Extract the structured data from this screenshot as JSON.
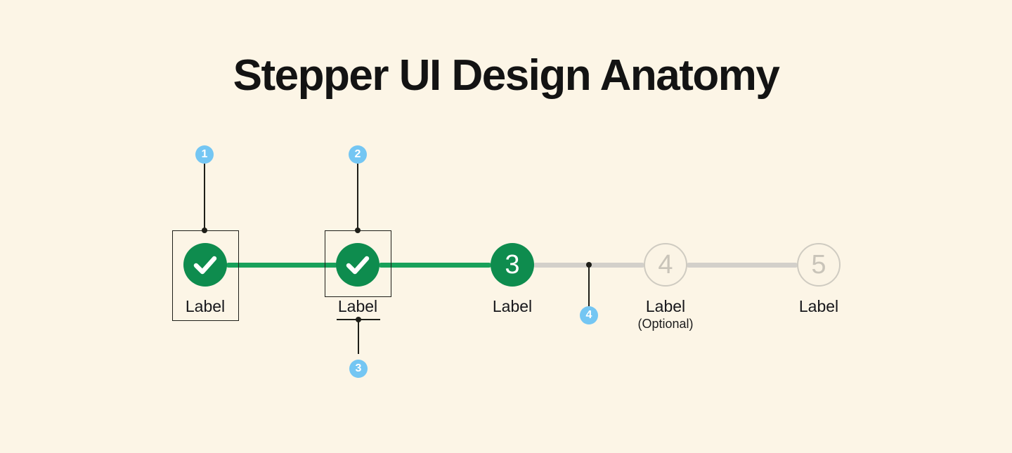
{
  "title": "Stepper UI Design Anatomy",
  "steps": [
    {
      "number": "1",
      "state": "completed",
      "icon": "check",
      "label": "Label"
    },
    {
      "number": "2",
      "state": "completed",
      "icon": "check",
      "label": "Label"
    },
    {
      "number": "3",
      "state": "active",
      "display": "3",
      "label": "Label"
    },
    {
      "number": "4",
      "state": "upcoming",
      "display": "4",
      "label": "Label",
      "sublabel": "(Optional)"
    },
    {
      "number": "5",
      "state": "upcoming",
      "display": "5",
      "label": "Label"
    }
  ],
  "callouts": [
    {
      "number": "1"
    },
    {
      "number": "2"
    },
    {
      "number": "3"
    },
    {
      "number": "4"
    }
  ],
  "colors": {
    "background": "#FCF5E6",
    "step_completed_fill": "#0E8C4E",
    "connector_done": "#18A15B",
    "connector_todo": "#D3D0CA",
    "upcoming_border": "#CFCBC1",
    "upcoming_number": "#C9C4B9",
    "callout_badge": "#74C6F3",
    "annotation_line": "#1E1E18",
    "text": "#17171B",
    "title_text": "#131313"
  }
}
